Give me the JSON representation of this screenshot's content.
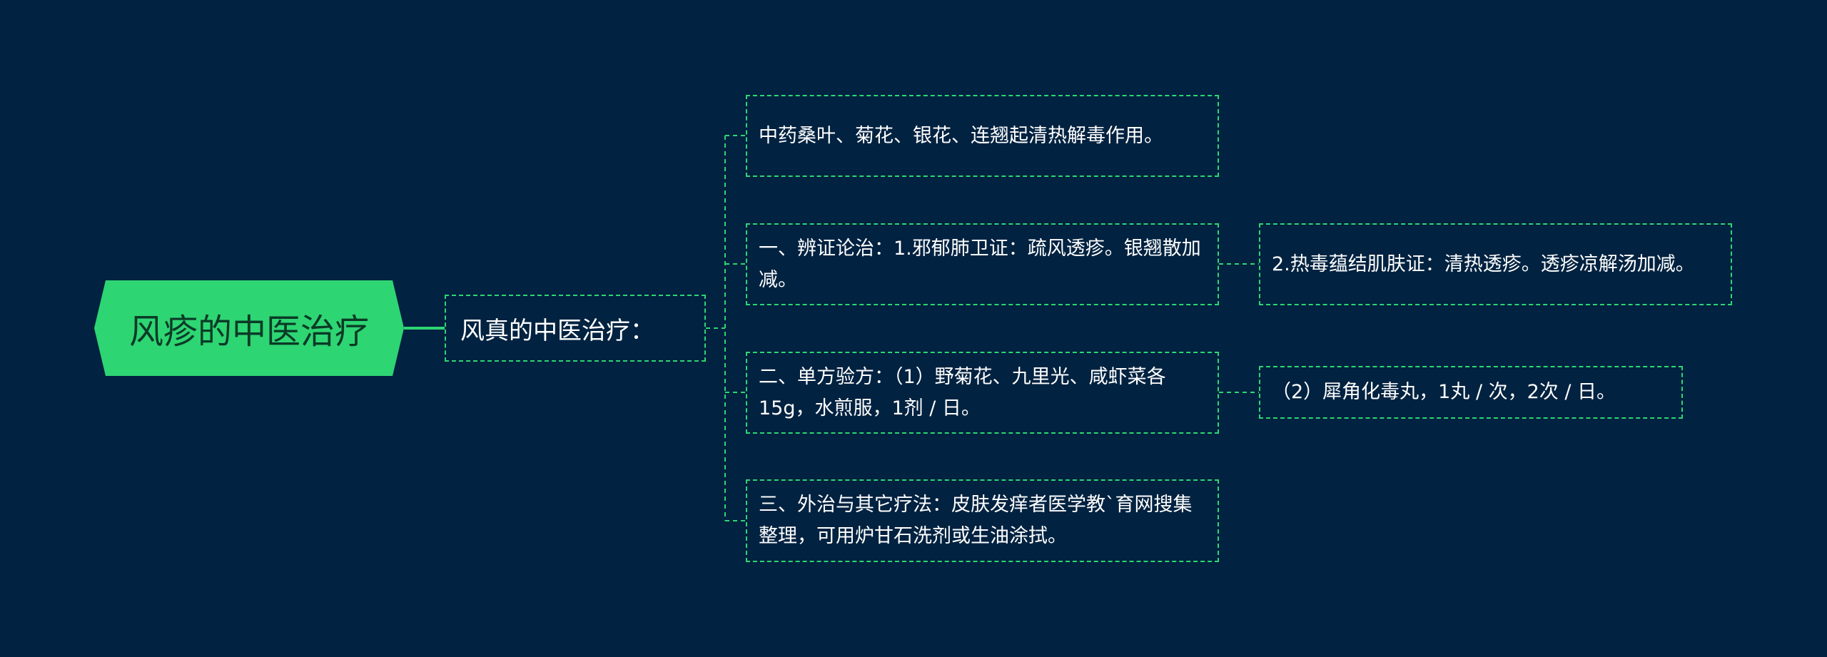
{
  "mindmap": {
    "root": {
      "label": "风疹的中医治疗"
    },
    "branch": {
      "label": "风真的中医治疗："
    },
    "children": [
      {
        "label": "中药桑叶、菊花、银花、连翘起清热解毒作用。"
      },
      {
        "label": "一、辨证论治：1.邪郁肺卫证：疏风透疹。银翘散加减。",
        "child": {
          "label": "2.热毒蕴结肌肤证：清热透疹。透疹凉解汤加减。"
        }
      },
      {
        "label": "二、单方验方：（1）野菊花、九里光、咸虾菜各15g，水煎服，1剂 / 日。",
        "child": {
          "label": "（2）犀角化毒丸，1丸 / 次，2次 / 日。"
        }
      },
      {
        "label": "三、外治与其它疗法：皮肤发痒者医学教`育网搜集整理，可用炉甘石洗剂或生油涂拭。"
      }
    ]
  },
  "colors": {
    "background": "#012240",
    "accent": "#2ed573",
    "text": "#ffffff"
  }
}
